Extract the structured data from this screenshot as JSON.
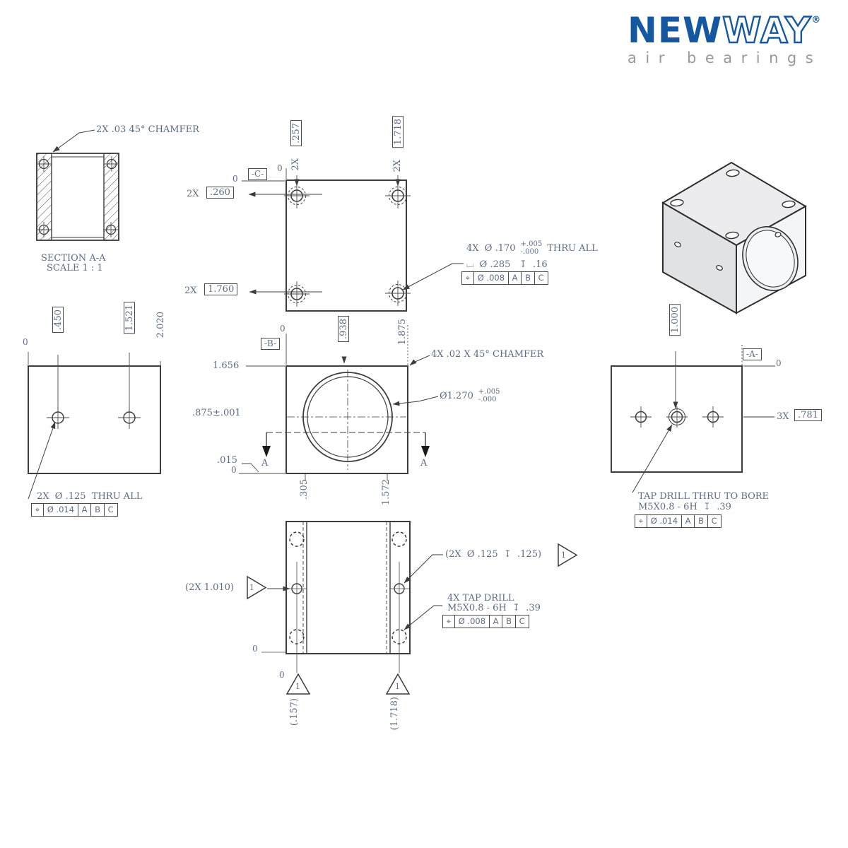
{
  "colors": {
    "line": "#3d3d3d",
    "dim_text": "#5d6c86",
    "logo_blue": "#1557a0",
    "tagline_gray": "#97999b"
  },
  "logo": {
    "new": "NEW",
    "way": "WAY",
    "reg": "®",
    "tagline": "air bearings"
  },
  "section_view": {
    "chamfer_note": "2X .03 45° CHAMFER",
    "title": "SECTION A-A",
    "scale": "SCALE 1 : 1"
  },
  "top_view": {
    "zero_x": "0",
    "dim_257_qty": "2X",
    "dim_257": ".257",
    "dim_1718_qty": "2X",
    "dim_1718": "1.718",
    "zero_y": "0",
    "datum_c": "-C-",
    "dim_260_qty": "2X",
    "dim_260": ".260",
    "dim_1760_qty": "2X",
    "dim_1760": "1.760",
    "note_main": "4X  Ø .170",
    "note_tol_plus": "+.005",
    "note_tol_minus": "-.000",
    "note_suffix": "THRU ALL",
    "note_cbore": "⌴  Ø .285   ↧  .16",
    "fcf": {
      "sym": "⌖",
      "tol": "Ø .008",
      "d1": "A",
      "d2": "B",
      "d3": "C"
    }
  },
  "left_view": {
    "zero": "0",
    "dim_450": ".450",
    "dim_1521": "1.521",
    "dim_2020": "2.020",
    "note": "2X  Ø .125  THRU ALL",
    "fcf": {
      "sym": "⌖",
      "tol": "Ø .014",
      "d1": "A",
      "d2": "B",
      "d3": "C"
    }
  },
  "front_view": {
    "zero_top": "0",
    "datum_b": "-B-",
    "dim_938": ".938",
    "dim_1875": "1.875",
    "dim_1656": "1.656",
    "dim_875": ".875±.001",
    "dim_015": ".015",
    "zero_bottom": "0",
    "dim_305": ".305",
    "dim_1572": "1.572",
    "chamfer_note": "4X .02 X 45° CHAMFER",
    "bore_dia": "Ø1.270",
    "bore_tol_plus": "+.005",
    "bore_tol_minus": "-.000",
    "section_label_left": "A",
    "section_label_right": "A"
  },
  "right_view": {
    "dim_1000": "1.000",
    "zero": "0",
    "datum_a": "-A-",
    "dim_781_qty": "3X",
    "dim_781": ".781",
    "note_line1": "TAP DRILL THRU TO BORE",
    "note_line2": "M5X0.8 - 6H  ↧  .39",
    "fcf": {
      "sym": "⌖",
      "tol": "Ø .014",
      "d1": "A",
      "d2": "B",
      "d3": "C"
    }
  },
  "bottom_view": {
    "ref_1010": "(2X 1.010)",
    "flag_1010": "1",
    "note_125": "(2X  Ø .125  ↧  .125)",
    "flag_125": "1",
    "tap_line1": "4X TAP DRILL",
    "tap_line2": "M5X0.8 - 6H  ↧  .39",
    "fcf": {
      "sym": "⌖",
      "tol": "Ø .008",
      "d1": "A",
      "d2": "B",
      "d3": "C"
    },
    "zero_edge": "0",
    "zero_holes": "0",
    "flag_157": "1",
    "flag_1718": "1",
    "ref_157": "(.157)",
    "ref_1718": "(1.718)"
  }
}
